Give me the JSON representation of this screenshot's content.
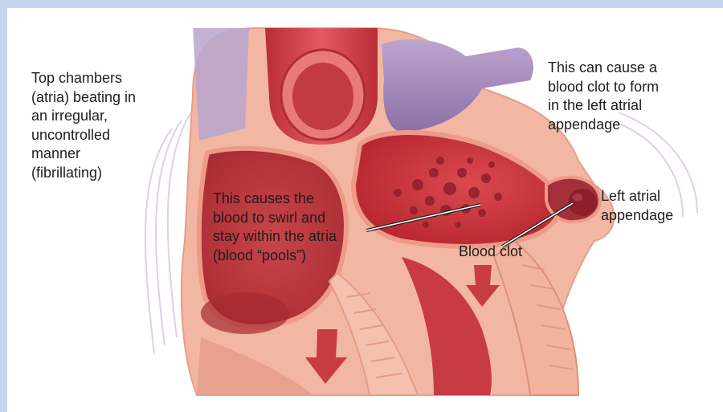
{
  "labels": {
    "top_chambers": "Top chambers\n(atria) beating in\nan irregular,\nuncontrolled\nmanner\n(fibrillating)",
    "blood_clot_cause": "This can cause a\nblood clot to form\nin the left atrial\nappendage",
    "swirl": "This causes the\nblood to swirl and\nstay within the atria\n(blood “pools”)",
    "appendage": "Left atrial\nappendage",
    "blood_clot": "Blood clot"
  },
  "colors": {
    "frame_blue": "#c6d6ee",
    "myocardium": "#f2b7a2",
    "chamber": "#c8373d",
    "clot": "#8f1d2c",
    "vein_purple": "#a68ab9",
    "aorta": "#d1434c"
  }
}
